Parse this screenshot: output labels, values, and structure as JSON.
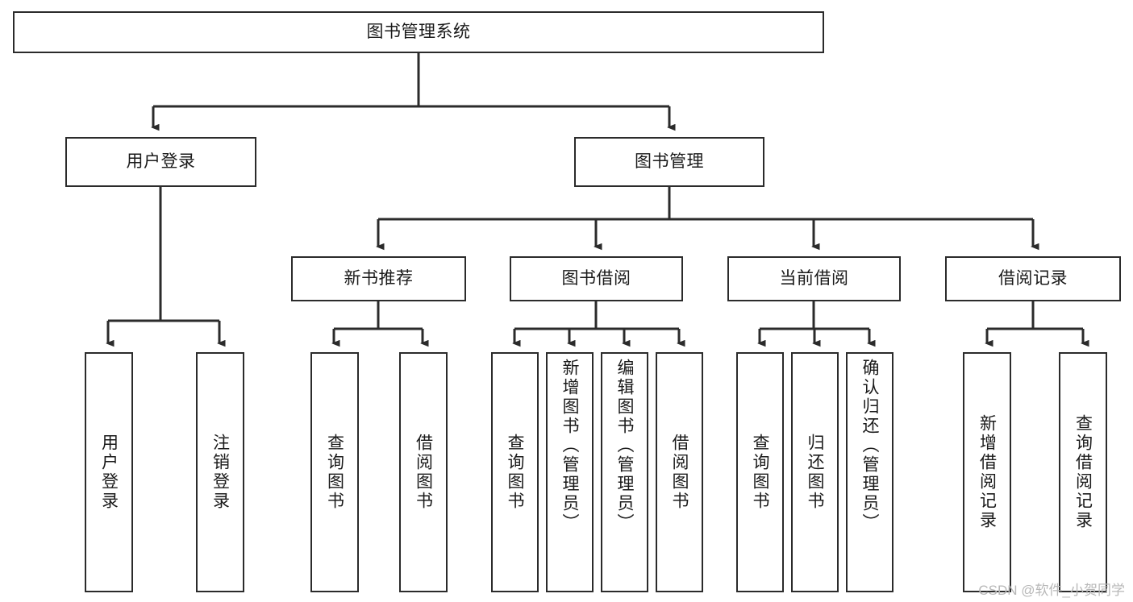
{
  "diagram": {
    "type": "tree-hierarchy",
    "title": "图书管理系统",
    "watermark": "CSDN @软件_小贺同学",
    "colors": {
      "stroke": "#2b2b2b",
      "fill": "#ffffff",
      "text": "#1a1a1a",
      "watermark": "#b8b8b8"
    },
    "nodes": {
      "root": {
        "label": "图书管理系统"
      },
      "level2": [
        {
          "id": "user-login",
          "label": "用户登录"
        },
        {
          "id": "book-manage",
          "label": "图书管理"
        }
      ],
      "level3": [
        {
          "id": "new-book-recommend",
          "label": "新书推荐"
        },
        {
          "id": "book-borrow",
          "label": "图书借阅"
        },
        {
          "id": "current-borrow",
          "label": "当前借阅"
        },
        {
          "id": "borrow-record",
          "label": "借阅记录"
        }
      ],
      "leaves": [
        {
          "id": "leaf-user-login",
          "label": "用户登录",
          "parent": "user-login"
        },
        {
          "id": "leaf-user-logout",
          "label": "注销登录",
          "parent": "user-login"
        },
        {
          "id": "leaf-query-book-1",
          "label": "查询图书",
          "parent": "new-book-recommend"
        },
        {
          "id": "leaf-borrow-book-1",
          "label": "借阅图书",
          "parent": "new-book-recommend"
        },
        {
          "id": "leaf-query-book-2",
          "label": "查询图书",
          "parent": "book-borrow"
        },
        {
          "id": "leaf-add-book",
          "label": "新增图书（管理员）",
          "parent": "book-borrow"
        },
        {
          "id": "leaf-edit-book",
          "label": "编辑图书（管理员）",
          "parent": "book-borrow"
        },
        {
          "id": "leaf-borrow-book-2",
          "label": "借阅图书",
          "parent": "book-borrow"
        },
        {
          "id": "leaf-query-book-3",
          "label": "查询图书",
          "parent": "current-borrow"
        },
        {
          "id": "leaf-return-book",
          "label": "归还图书",
          "parent": "current-borrow"
        },
        {
          "id": "leaf-confirm-return",
          "label": "确认归还（管理员）",
          "parent": "current-borrow"
        },
        {
          "id": "leaf-add-record",
          "label": "新增借阅记录",
          "parent": "borrow-record"
        },
        {
          "id": "leaf-query-record",
          "label": "查询借阅记录",
          "parent": "borrow-record"
        }
      ]
    }
  }
}
